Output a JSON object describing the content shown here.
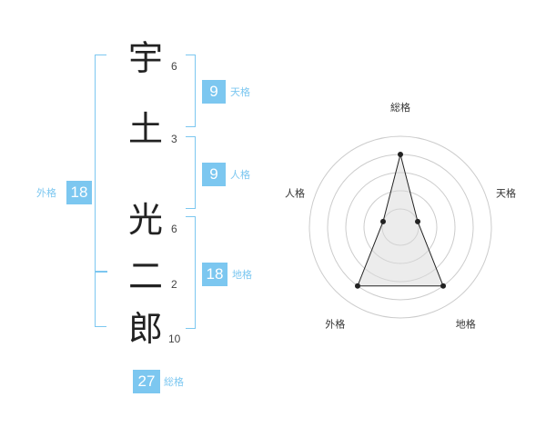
{
  "name": {
    "characters": [
      {
        "char": "宇",
        "strokes": "6"
      },
      {
        "char": "土",
        "strokes": "3"
      },
      {
        "char": "光",
        "strokes": "6"
      },
      {
        "char": "二",
        "strokes": "2"
      },
      {
        "char": "郎",
        "strokes": "10"
      }
    ]
  },
  "fortunes": {
    "tenkaku": {
      "value": "9",
      "label": "天格"
    },
    "jinkaku": {
      "value": "9",
      "label": "人格"
    },
    "chikaku": {
      "value": "18",
      "label": "地格"
    },
    "gaikaku": {
      "value": "18",
      "label": "外格"
    },
    "soukaku": {
      "value": "27",
      "label": "総格"
    }
  },
  "chart_data": {
    "type": "radar",
    "axes": [
      "総格",
      "天格",
      "地格",
      "外格",
      "人格"
    ],
    "values": [
      4,
      1,
      4,
      4,
      1
    ],
    "max": 5,
    "rings": 5,
    "colors": {
      "line": "#222222",
      "fill": "#d9d9d9",
      "grid": "#cccccc"
    }
  },
  "colors": {
    "accent": "#7cc7f0"
  }
}
